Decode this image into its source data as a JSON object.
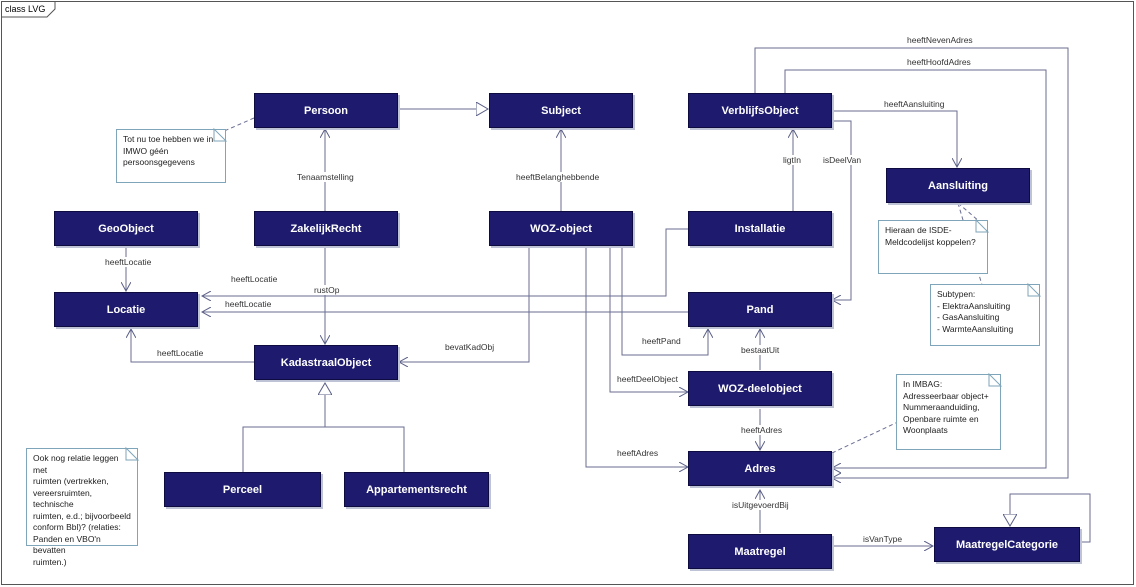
{
  "frame": {
    "title": "class LVG"
  },
  "classes": {
    "persoon": "Persoon",
    "subject": "Subject",
    "verblijfsobject": "VerblijfsObject",
    "aansluiting": "Aansluiting",
    "geoobject": "GeoObject",
    "zakelijkrecht": "ZakelijkRecht",
    "wozobject": "WOZ-object",
    "installatie": "Installatie",
    "locatie": "Locatie",
    "pand": "Pand",
    "kadastraalobject": "KadastraalObject",
    "wozdeelobject": "WOZ-deelobject",
    "perceel": "Perceel",
    "appartementsrecht": "Appartementsrecht",
    "adres": "Adres",
    "maatregel": "Maatregel",
    "maatregelcategorie": "MaatregelCategorie"
  },
  "notes": {
    "persoonsgegevens": "Tot nu toe hebben we in\nIMWO géén\npersoonsgegevens",
    "isde": "Hieraan de ISDE-\nMeldcodelijst koppelen?",
    "subtypen": "Subtypen:\n- ElektraAansluiting\n- GasAansluiting\n- WarmteAansluiting",
    "imbag": "In IMBAG:\nAdresseerbaar object+\nNummeraanduiding,\nOpenbare ruimte en\nWoonplaats",
    "ruimten": "Ook nog relatie leggen met\nruimten (vertrekken,\nvereersruimten, technische\nruimten, e.d.; bijvoorbeeld\nconform Bbl)? (relaties:\nPanden en VBO'n bevatten\nruimten.)"
  },
  "relations": {
    "heeftNevenAdres": "heeftNevenAdres",
    "heeftHoofdAdres": "heeftHoofdAdres",
    "heeftAansluiting": "heeftAansluiting",
    "tenaamstelling": "Tenaamstelling",
    "heeftBelanghebbende": "heeftBelanghebbende",
    "ligtIn": "ligtIn",
    "isDeelVan": "isDeelVan",
    "geoHeeftLocatie": "heeftLocatie",
    "heeftLocatie1": "heeftLocatie",
    "rustOp": "rustOp",
    "heeftLocatie2": "heeftLocatie",
    "kadHeeftLocatie": "heeftLocatie",
    "bevatKadObj": "bevatKadObj",
    "heeftPand": "heeftPand",
    "bestaatUit": "bestaatUit",
    "heeftDeelObject": "heeftDeelObject",
    "heeftAdres1": "heeftAdres",
    "heeftAdres2": "heeftAdres",
    "isUitgevoerdBij": "isUitgevoerdBij",
    "isVanType": "isVanType"
  }
}
